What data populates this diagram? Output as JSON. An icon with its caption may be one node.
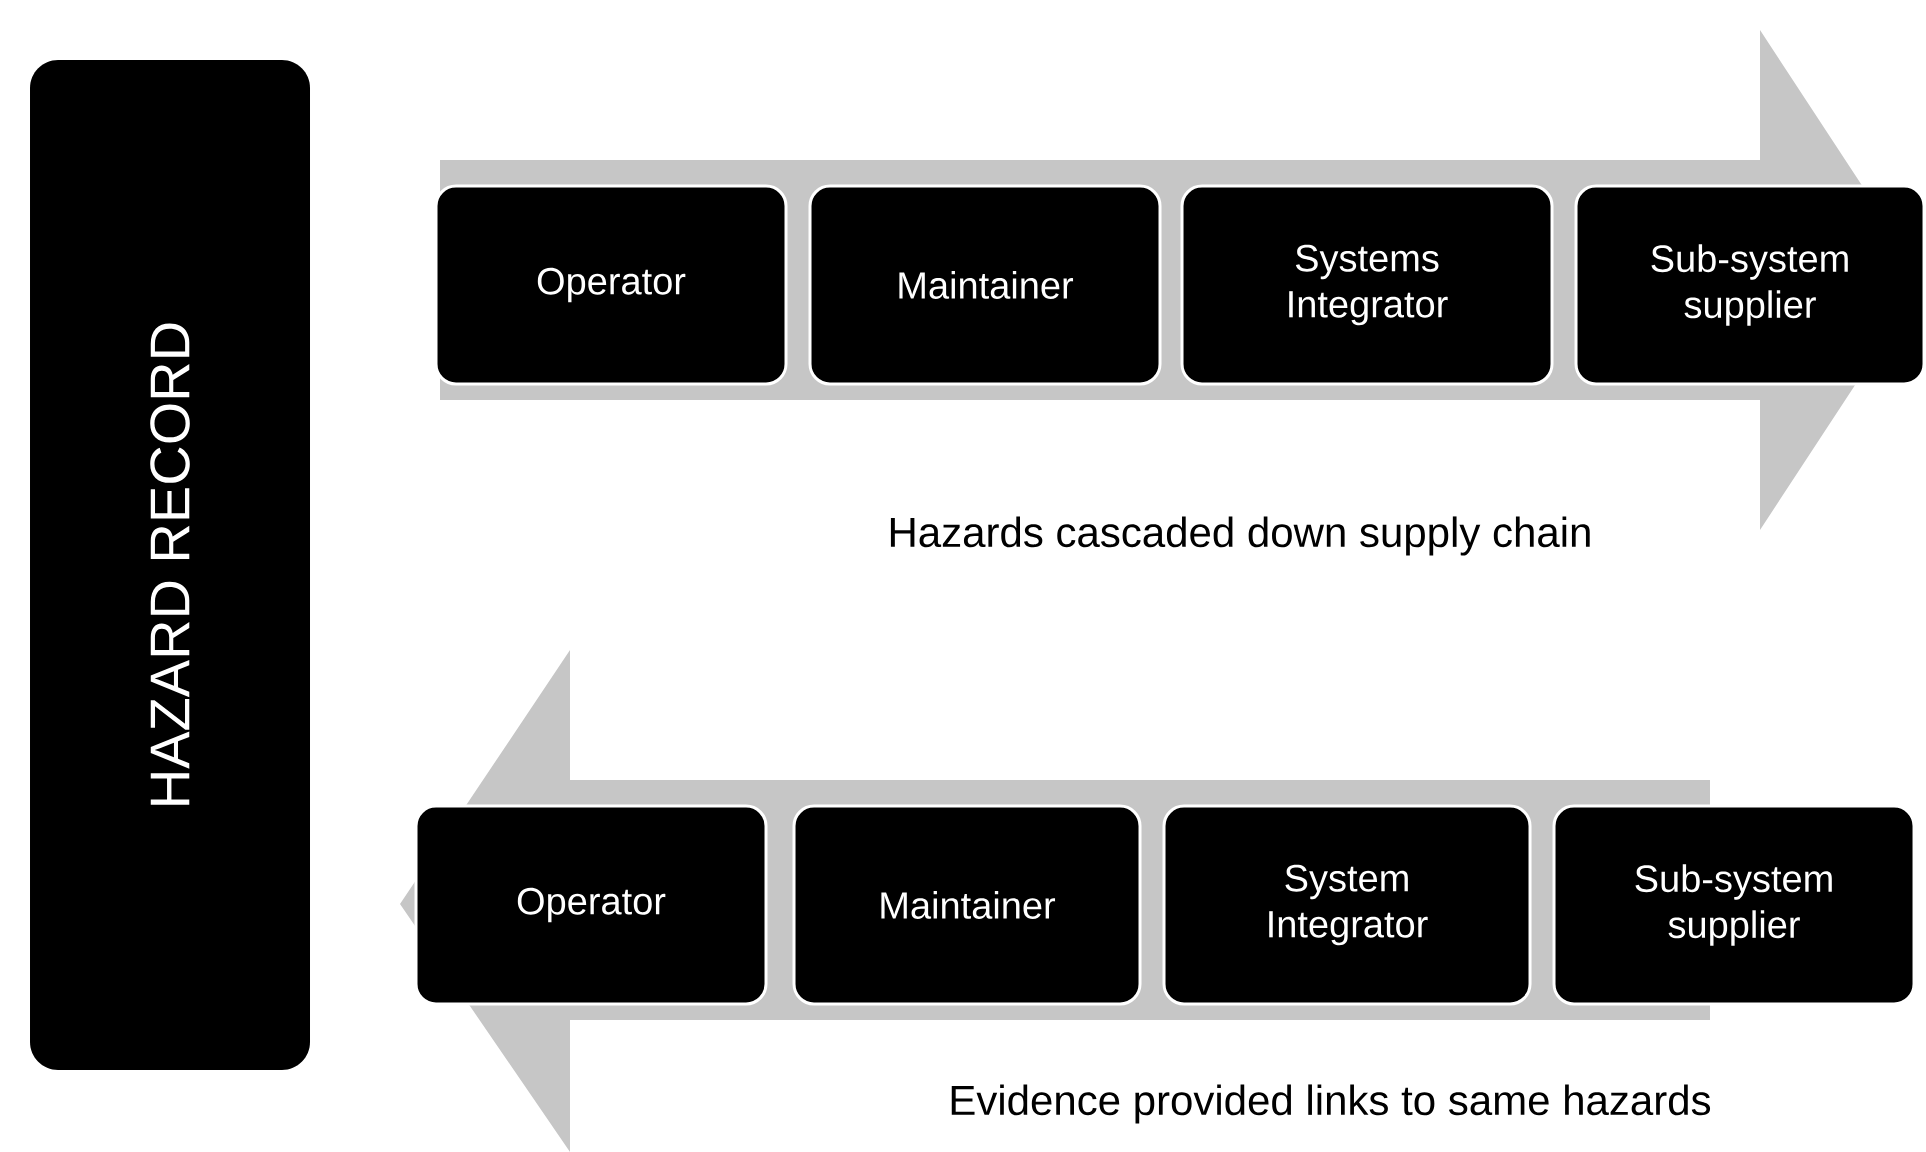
{
  "diagram": {
    "nodes": [
      {
        "text": [
          "HAZARD RECORD"
        ]
      },
      {
        "text": [
          "Operator"
        ]
      },
      {
        "text": [
          "Maintainer"
        ]
      },
      {
        "text": [
          "Systems Integrator"
        ]
      },
      {
        "text": [
          "Sub-system supplier"
        ]
      },
      {
        "text": [
          "Operator"
        ]
      },
      {
        "text": [
          "Maintainer"
        ]
      },
      {
        "text": [
          "System Integrator"
        ]
      },
      {
        "text": [
          "Sub-system supplier"
        ]
      }
    ],
    "labels": [
      "Hazards cascaded down supply chain",
      "Evidence provided links to same hazards"
    ]
  }
}
